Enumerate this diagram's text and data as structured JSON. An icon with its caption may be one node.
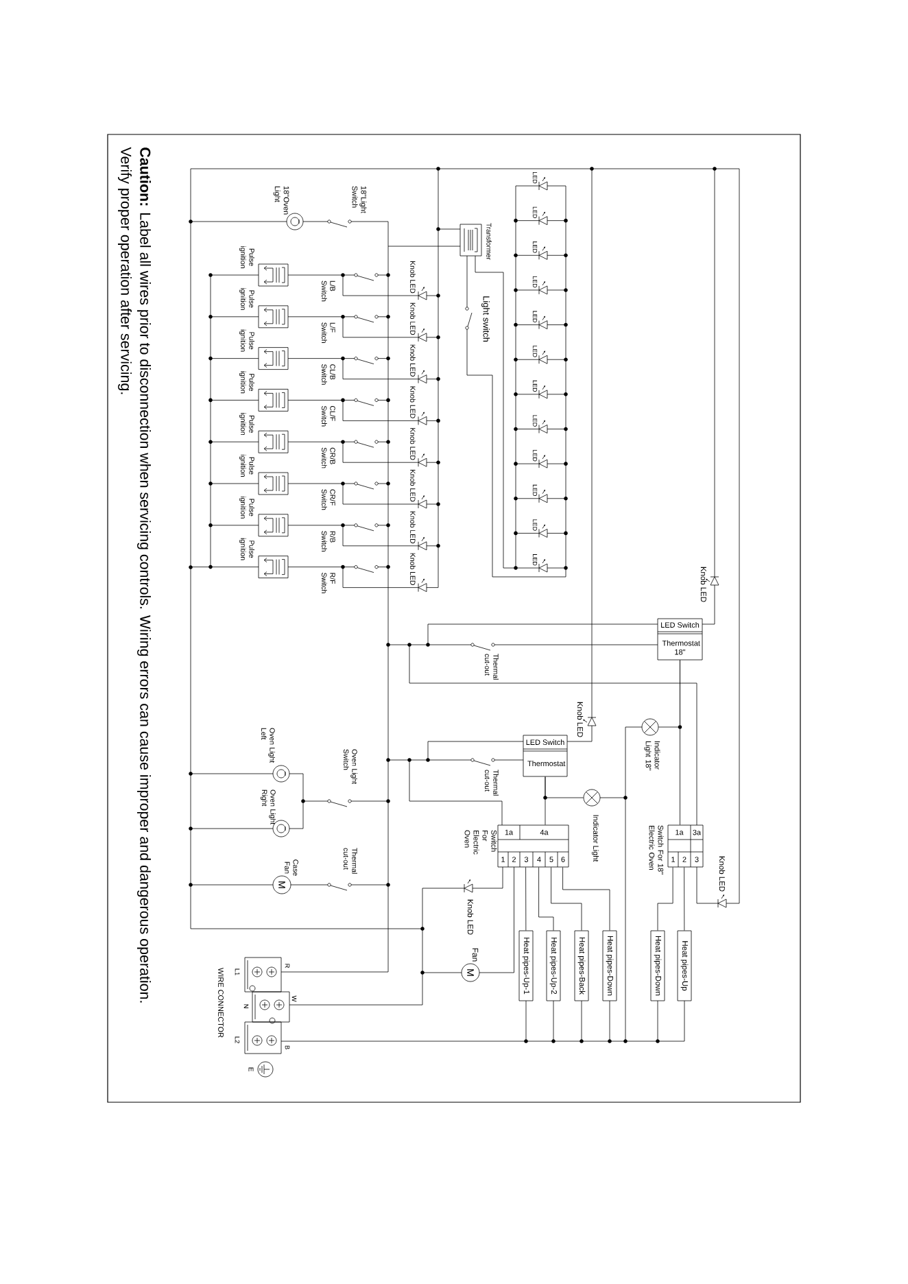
{
  "diagram": {
    "nodes": [
      {
        "text": [
          "LED Switch",
          "Thermostat 18\""
        ]
      },
      {
        "text": [],
        "shape": "circle",
        "beside": [
          "Indicator Light 18\""
        ]
      },
      {
        "text": [
          "LED Switch",
          "Thermostat"
        ]
      },
      {
        "text": [],
        "shape": "circle",
        "beside": [
          "Indicator Light"
        ]
      },
      {
        "text": [
          "1a",
          "4a",
          "1",
          "2",
          "3",
          "4",
          "5",
          "6"
        ],
        "beside": [
          "Switch For Electric Oven"
        ]
      },
      {
        "text": [
          "1a",
          "3a",
          "1",
          "2",
          "3"
        ],
        "beside": [
          "Switch For 18\" Electric Oven"
        ]
      },
      {
        "text": [
          "Heat pipes-Up-1"
        ]
      },
      {
        "text": [
          "Heat pipes-Up-2"
        ]
      },
      {
        "text": [
          "Heat pipes-Back"
        ]
      },
      {
        "text": [
          "Heat pipes-Down"
        ]
      },
      {
        "text": [
          "Heat pipes-Down"
        ]
      },
      {
        "text": [
          "Heat pipes-Up"
        ]
      }
    ],
    "edges": [
      {
        "from": 0,
        "to": 5,
        "arrow": "none"
      },
      {
        "from": 0,
        "to": 1,
        "arrow": "none"
      },
      {
        "from": 2,
        "to": 4,
        "arrow": "none"
      },
      {
        "from": 2,
        "to": 3,
        "arrow": "none"
      },
      {
        "from": 4,
        "to": 6,
        "arrow": "none"
      },
      {
        "from": 4,
        "to": 7,
        "arrow": "none"
      },
      {
        "from": 4,
        "to": 8,
        "arrow": "none"
      },
      {
        "from": 4,
        "to": 9,
        "arrow": "none"
      },
      {
        "from": 5,
        "to": 10,
        "arrow": "none"
      },
      {
        "from": 5,
        "to": 11,
        "arrow": "none"
      }
    ],
    "labels": [
      "**Caution:** Label all wires prior to disconnection when servicing controls. Wiring errors can cause improper and dangerous operation.",
      "Verify proper operation after servicing.",
      "18\"Light Switch",
      "18\"Oven Light",
      "Transformer",
      "Light switch",
      "LED",
      "LED",
      "LED",
      "LED",
      "LED",
      "LED",
      "LED",
      "LED",
      "LED",
      "LED",
      "LED",
      "LED",
      "Pulse ignition",
      "L/B Switch",
      "Knob LED",
      "Pulse ignition",
      "L/F Switch",
      "Knob LED",
      "Pulse ignition",
      "CL/B Switch",
      "Knob LED",
      "Pulse ignition",
      "CL/F Switch",
      "Knob LED",
      "Pulse ignition",
      "CR/B Switch",
      "Knob LED",
      "Pulse ignition",
      "CR/F Switch",
      "Knob LED",
      "Pulse ignition",
      "R/B Switch",
      "Knob LED",
      "Pulse ignition",
      "R/F Switch",
      "Knob LED",
      "Knob LED",
      "Thermal cut-out",
      "Knob LED",
      "Thermal cut-out",
      "Oven Light Switch",
      "Oven Light Left",
      "Oven Light Right",
      "Case Fan",
      "Thermal cut-out",
      "M",
      "Knob LED",
      "Fan",
      "M",
      "Knob LED",
      "R",
      "W",
      "B",
      "L1",
      "N",
      "L2",
      "WIRE CONNECTOR",
      "E"
    ]
  }
}
